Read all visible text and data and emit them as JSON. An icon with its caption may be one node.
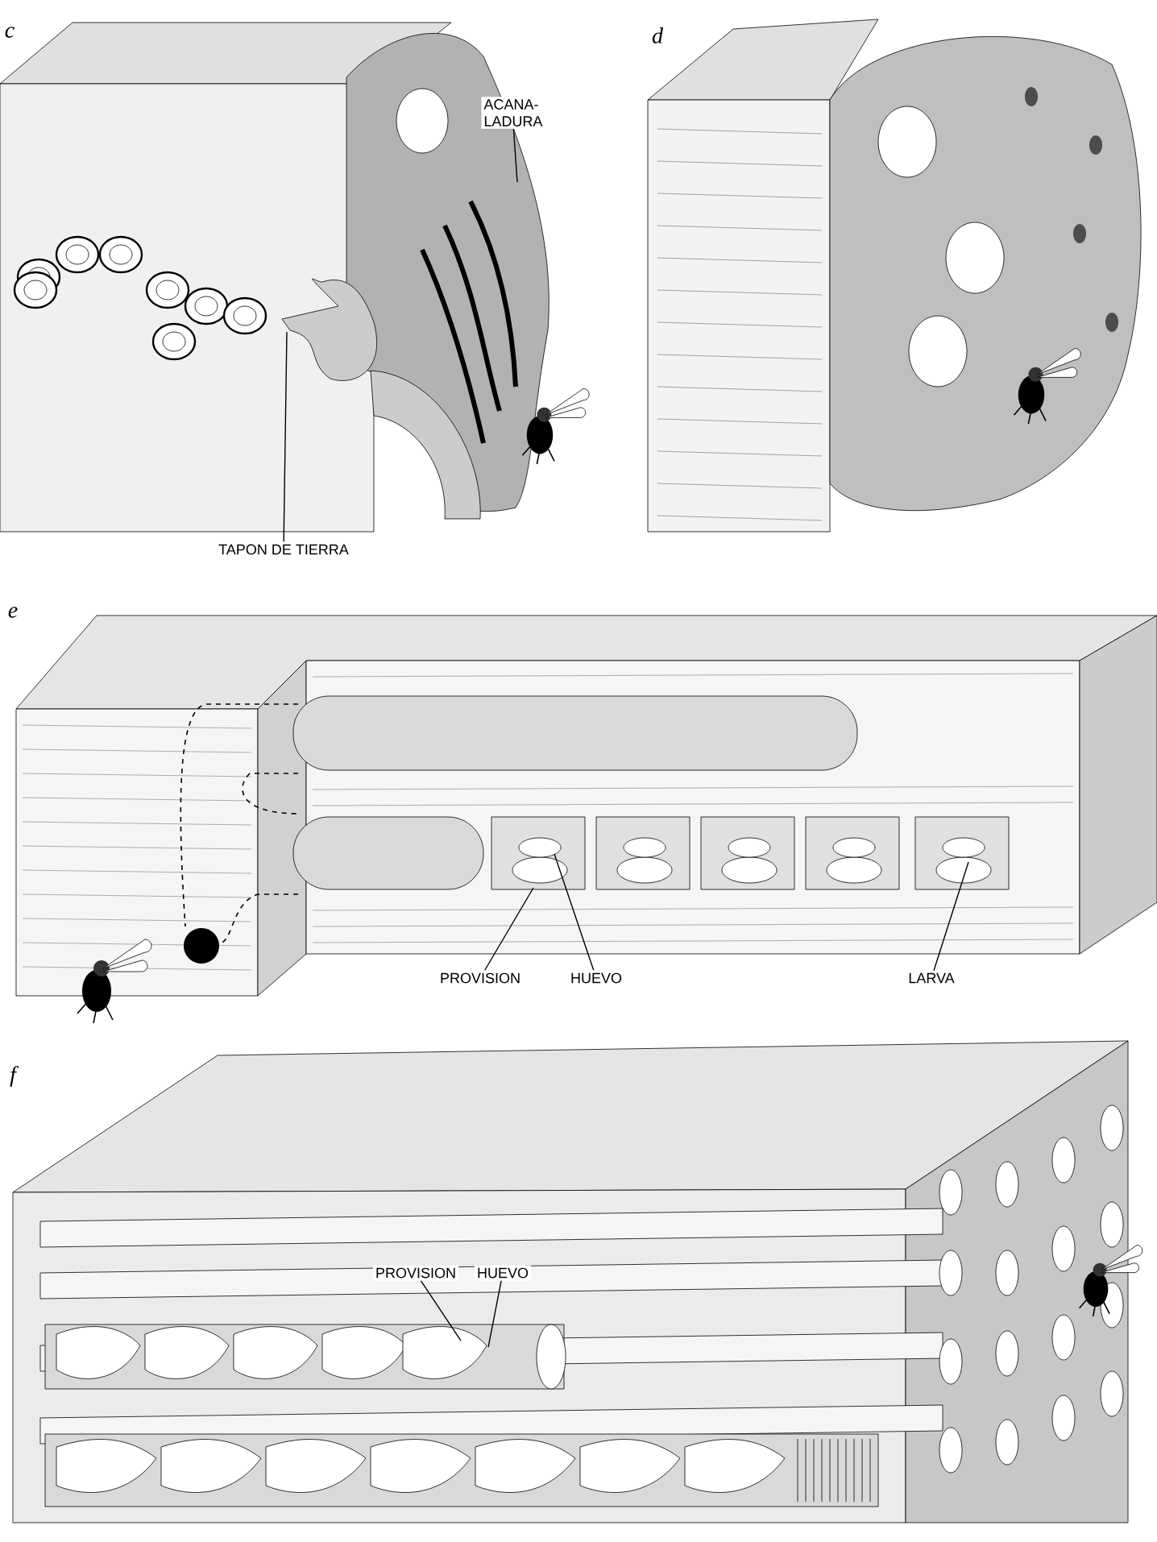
{
  "diagram": {
    "nodes": [
      {
        "text": [
          "ACANA-LADURA"
        ]
      },
      {
        "text": [
          "TAPON DE TIERRA"
        ]
      },
      {
        "text": [
          "PROVISION"
        ]
      },
      {
        "text": [
          "HUEVO"
        ]
      },
      {
        "text": [
          "LARVA"
        ]
      },
      {
        "text": [
          "PROVISION"
        ]
      },
      {
        "text": [
          "HUEVO"
        ]
      }
    ],
    "edges": [
      {
        "from": 0,
        "to": null,
        "arrow": "none"
      },
      {
        "from": 1,
        "to": null,
        "arrow": "none"
      },
      {
        "from": 2,
        "to": null,
        "arrow": "none"
      },
      {
        "from": 3,
        "to": null,
        "arrow": "none"
      },
      {
        "from": 4,
        "to": null,
        "arrow": "none"
      },
      {
        "from": 5,
        "to": null,
        "arrow": "none"
      },
      {
        "from": 6,
        "to": null,
        "arrow": "none"
      }
    ],
    "labels": [
      "c",
      "d",
      "e",
      "f"
    ]
  }
}
